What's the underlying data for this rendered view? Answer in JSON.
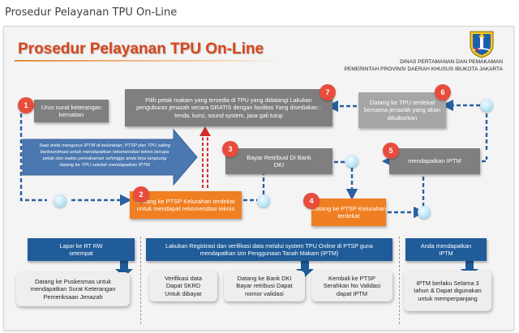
{
  "page_title": "Prosedur Pelayanan TPU On-Line",
  "diagram": {
    "title": "Prosedur Pelayanan TPU On-Line",
    "org": {
      "line1": "DINAS PERTAMANAN DAN PEMAKAMAN",
      "line2": "PEMERINTAH PROVINSI DAERAH KHUSUS IBUKOTA JAKARTA"
    },
    "steps": [
      {
        "num": "1",
        "text": "Urus surat keterangan kematian"
      },
      {
        "num": "2",
        "text": "Datang ke PTSP Kelurahan terdekat untuk mendapat rekomendasi teknis"
      },
      {
        "num": "3",
        "text": "Bayar Retribusi Di Bank DKI"
      },
      {
        "num": "4",
        "text": "Datang ke PTSP Kelurahan terdekat"
      },
      {
        "num": "5",
        "text": "mendapatkan IPTM"
      },
      {
        "num": "6",
        "text": "Datang ke TPU terdekat bersama jenazah yang akan dikuburkan"
      },
      {
        "num": "7",
        "text": "Pilih petak makam yang tersedia di TPU yang didatangi Lakukan penguburan jenazah secara GRATIS dengan fasilitas Yang disediakan : tenda, kursi, sound system, jasa gali tutup"
      }
    ],
    "arrow_note": "Saat anda mengurus IPTM di kelurahan, PTSP dan TPU saling berkoordinasi untuk mendapatkan rekomendasi teknis berupa petak dan waktu pemakaman sehingga anda bisa langsung datang ke TPU setelah mendapatkan IPTM",
    "bottom": {
      "col1": {
        "header": "Lapor ke RT RW setempat",
        "details": [
          "Datang ke Puskesmas untuk mendapatkan Surat Keterangan Pemeriksaan Jenazah"
        ]
      },
      "col2": {
        "header": "Lakukan Registrasi dan verifikasi data melalui system TPU Online di PTSP guna mendapatkan Izin Penggunaan Tanah Makam (IPTM)",
        "details": [
          "Verifikasi data Dapat SKRD Untuk dibayar",
          "Datang ke Bank DKI Bayar retribusi Dapat nomor validasi",
          "Kembali ke PTSP Serahkan No Validasi dapat IPTM"
        ]
      },
      "col3": {
        "header": "Anda mendapatkan IPTM",
        "details": [
          "IPTM berlaku Selama 3 tahun & Dapat digunakan untuk memperpanjang"
        ]
      }
    }
  },
  "colors": {
    "title": "#d9461b",
    "step_dark": "#7f7f7f",
    "step_orange": "#f07f22",
    "badge": "#e84c3d",
    "flow_line": "#2a5fa0",
    "header_blue": "#1f5c99"
  }
}
